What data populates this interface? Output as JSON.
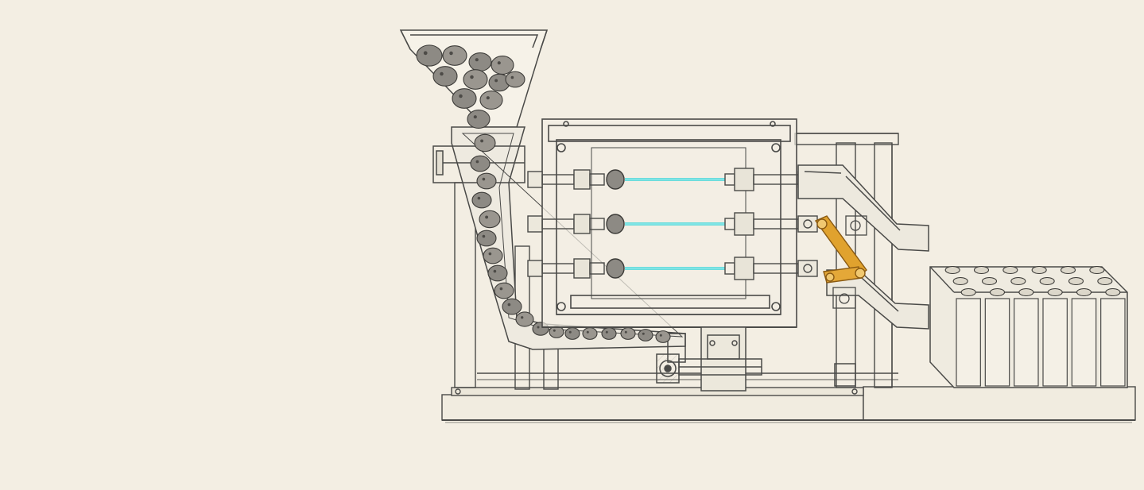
{
  "diagram": {
    "style": "pencil-sketch",
    "components": [
      "hopper",
      "inclined-chute",
      "processing-chamber",
      "laser-emitter-pairs",
      "output-ramps",
      "linkage-arm",
      "drive-motor",
      "battery-array",
      "base-frame"
    ],
    "emitter_rows": 3,
    "battery_grid": {
      "rows": 3,
      "cols": 6
    },
    "colors": {
      "paper": "#f3eee3",
      "pencil": "#4a4a48",
      "laser": "#3fd6d8",
      "linkage": "#e0a22e",
      "rock": "#8d8a84"
    }
  }
}
